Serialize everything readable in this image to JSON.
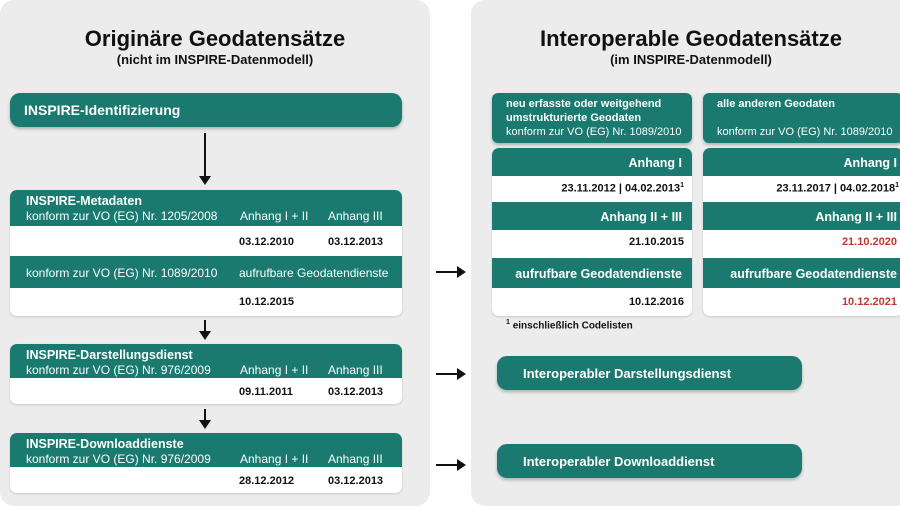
{
  "left": {
    "title": "Originäre Geodatensätze",
    "subtitle": "(nicht im INSPIRE-Datenmodell)",
    "identification": "INSPIRE-Identifizierung",
    "metadata": {
      "title": "INSPIRE-Metadaten",
      "regulation": "konform zur VO (EG) Nr. 1205/2008",
      "col1": "Anhang I + II",
      "col2": "Anhang III",
      "date1": "03.12.2010",
      "date2": "03.12.2013",
      "regulation2": "konform zur VO (EG) Nr. 1089/2010",
      "col3": "aufrufbare Geodatendienste",
      "date3": "10.12.2015"
    },
    "display": {
      "title": "INSPIRE-Darstellungsdienst",
      "regulation": "konform zur VO (EG) Nr. 976/2009",
      "col1": "Anhang I + II",
      "col2": "Anhang III",
      "date1": "09.11.2011",
      "date2": "03.12.2013"
    },
    "download": {
      "title": "INSPIRE-Downloaddienste",
      "regulation": "konform zur VO (EG) Nr. 976/2009",
      "col1": "Anhang I + II",
      "col2": "Anhang III",
      "date1": "28.12.2012",
      "date2": "03.12.2013"
    }
  },
  "right": {
    "title": "Interoperable Geodatensätze",
    "subtitle": "(im INSPIRE-Datenmodell)",
    "colA": {
      "header1": "neu erfasste oder weitgehend",
      "header2": "umstrukturierte Geodaten",
      "header3": "konform zur VO (EG) Nr. 1089/2010",
      "anhang1": "Anhang I",
      "date1": "23.11.2012 | 04.02.2013",
      "anhang23": "Anhang II + III",
      "date2": "21.10.2015",
      "services": "aufrufbare Geodatendienste",
      "date3": "10.12.2016"
    },
    "colB": {
      "header1": "alle anderen Geodaten",
      "header3": "konform zur VO (EG) Nr. 1089/2010",
      "anhang1": "Anhang I",
      "date1": "23.11.2017 | 04.02.2018",
      "anhang23": "Anhang II + III",
      "date2": "21.10.2020",
      "services": "aufrufbare Geodatendienste",
      "date3": "10.12.2021"
    },
    "footnote_mark": "1",
    "footnote": "einschließlich Codelisten",
    "display_service": "Interoperabler Darstellungsdienst",
    "download_service": "Interoperabler Downloaddienst"
  },
  "colors": {
    "teal": "#1a7a6f",
    "panel": "#ececec",
    "red": "#c0392b"
  }
}
